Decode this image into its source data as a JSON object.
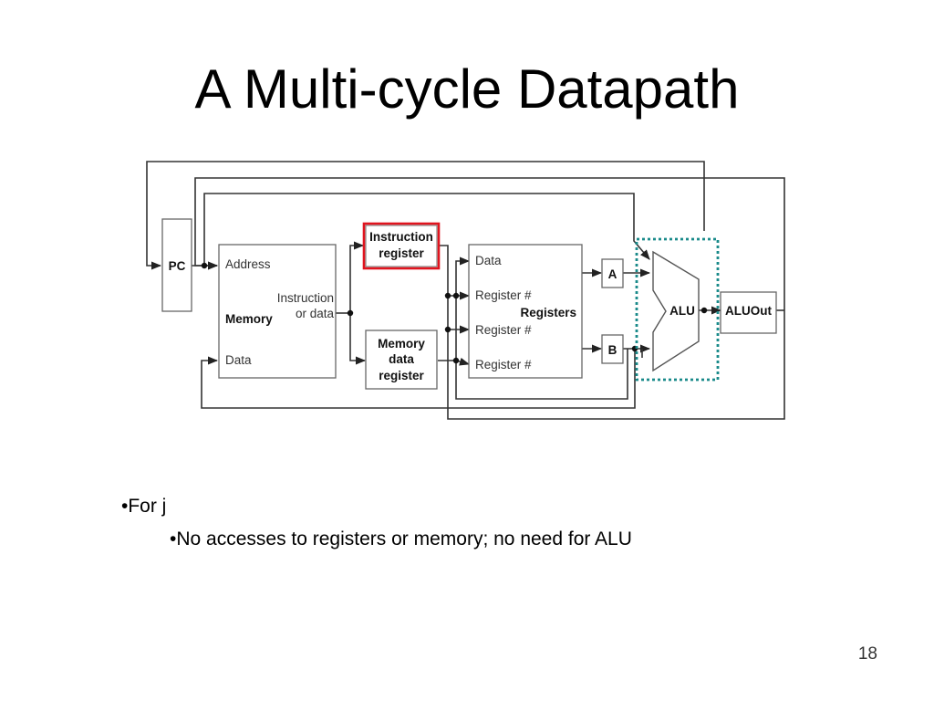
{
  "slide": {
    "title": "A Multi-cycle Datapath",
    "page_number": "18"
  },
  "diagram": {
    "pc_label": "PC",
    "memory": {
      "address_label": "Address",
      "instr_data_line1": "Instruction",
      "instr_data_line2": "or data",
      "name": "Memory",
      "data_label": "Data"
    },
    "instruction_register": {
      "line1": "Instruction",
      "line2": "register"
    },
    "memory_data_register": {
      "line1": "Memory",
      "line2": "data",
      "line3": "register"
    },
    "registers": {
      "data_label": "Data",
      "reg1_label": "Register #",
      "name": "Registers",
      "reg2_label": "Register #",
      "reg3_label": "Register #"
    },
    "a_label": "A",
    "b_label": "B",
    "alu_label": "ALU",
    "aluout_label": "ALUOut",
    "highlight_colors": {
      "instruction_register": "#e0141e",
      "alu_box": "#1a8a8a"
    }
  },
  "bullets": {
    "level1": "•For j",
    "level2": "•No accesses to registers or memory; no need for ALU"
  }
}
